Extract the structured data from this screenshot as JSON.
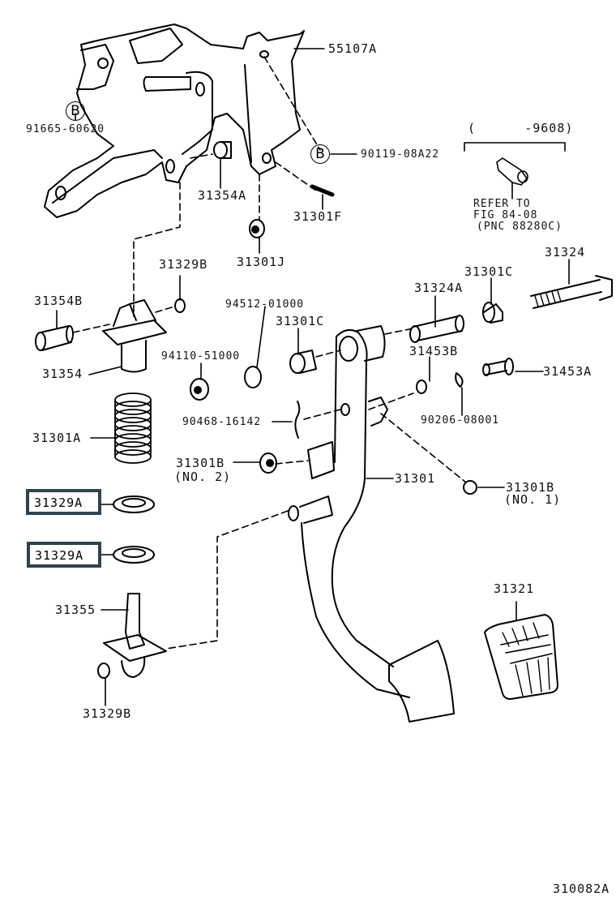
{
  "diagram": {
    "title": "Clutch Pedal Assembly Parts Diagram",
    "figure_code": "310082A",
    "callout_symbol": "B",
    "highlight_color": "#2e4450",
    "parts": [
      {
        "id": "p1",
        "label": "55107A"
      },
      {
        "id": "p2",
        "label": "91665-60620"
      },
      {
        "id": "p3",
        "label": "90119-08A22"
      },
      {
        "id": "p4",
        "label": "31354A"
      },
      {
        "id": "p5",
        "label": "31301F"
      },
      {
        "id": "p6",
        "label": "31301J"
      },
      {
        "id": "p7",
        "label": "31329B"
      },
      {
        "id": "p8",
        "label": "31354B"
      },
      {
        "id": "p9",
        "label": "31354"
      },
      {
        "id": "p10",
        "label": "94512-01000"
      },
      {
        "id": "p11",
        "label": "31301C"
      },
      {
        "id": "p12",
        "label": "94110-51000"
      },
      {
        "id": "p13",
        "label": "31324A"
      },
      {
        "id": "p14",
        "label": "31301C"
      },
      {
        "id": "p15",
        "label": "31324"
      },
      {
        "id": "p16",
        "label": "31453B"
      },
      {
        "id": "p17",
        "label": "31453A"
      },
      {
        "id": "p18",
        "label": "90468-16142"
      },
      {
        "id": "p19",
        "label": "90206-08001"
      },
      {
        "id": "p20",
        "label": "31301A"
      },
      {
        "id": "p21",
        "label": "31301B"
      },
      {
        "id": "p21b",
        "label": "(NO. 2)"
      },
      {
        "id": "p22",
        "label": "31301"
      },
      {
        "id": "p23",
        "label": "31301B"
      },
      {
        "id": "p23b",
        "label": "(NO. 1)"
      },
      {
        "id": "p24",
        "label": "31329A",
        "highlighted": true
      },
      {
        "id": "p25",
        "label": "31329A",
        "highlighted": true
      },
      {
        "id": "p26",
        "label": "31355"
      },
      {
        "id": "p27",
        "label": "31329B"
      },
      {
        "id": "p28",
        "label": "31321"
      }
    ],
    "inset": {
      "range": "(      -9608)",
      "note_line1": "REFER TO",
      "note_line2": "FIG 84-08",
      "note_line3": "(PNC 88280C)"
    }
  }
}
